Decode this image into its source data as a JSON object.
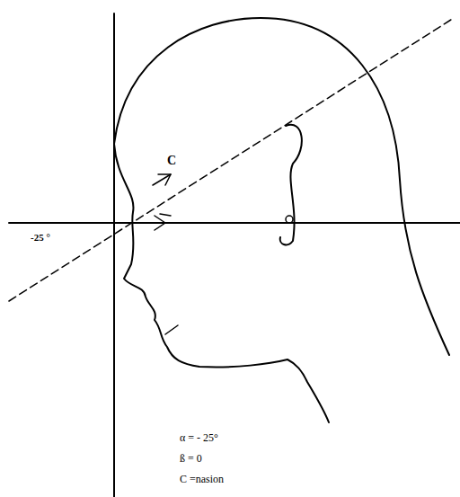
{
  "diagram": {
    "labels": [
      "C",
      "-25 °",
      "α = - 25°",
      "ß = 0",
      "C =nasion"
    ]
  }
}
